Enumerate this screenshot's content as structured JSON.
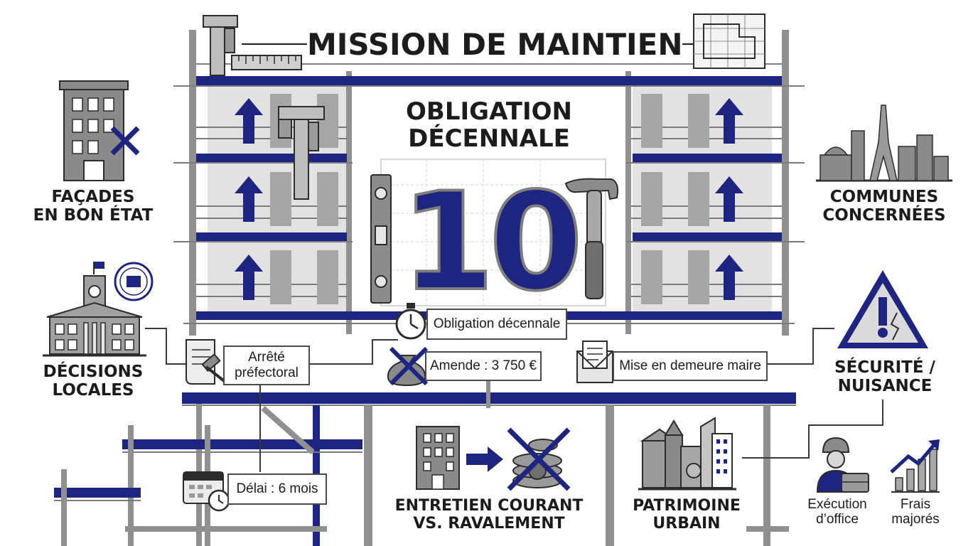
{
  "title": "MISSION DE MAINTIEN",
  "center": {
    "heading_line1": "OBLIGATION",
    "heading_line2": "DÉCENNALE",
    "number": "10"
  },
  "left_labels": {
    "facades_line1": "FAÇADES",
    "facades_line2": "EN BON ÉTAT",
    "decisions_line1": "DÉCISIONS",
    "decisions_line2": "LOCALES"
  },
  "right_labels": {
    "communes_line1": "COMMUNES",
    "communes_line2": "CONCERNÉES",
    "securite_line1": "SÉCURITÉ /",
    "securite_line2": "NUISANCE"
  },
  "callouts": {
    "obligation": "Obligation décennale",
    "arrete_line1": "Arrêté",
    "arrete_line2": "préfectoral",
    "amende": "Amende : 3 750 €",
    "mise_en_demeure": "Mise en demeure maire",
    "delai": "Délai : 6 mois"
  },
  "bottom_labels": {
    "entretien_line1": "ENTRETIEN COURANT",
    "entretien_line2": "VS. RAVALEMENT",
    "patrimoine_line1": "PATRIMOINE",
    "patrimoine_line2": "URBAIN",
    "execution_line1": "Exécution",
    "execution_line2": "d’office",
    "frais_line1": "Frais",
    "frais_line2": "majorés"
  },
  "icons": [
    "caliper-icon",
    "ruler-icon",
    "blueprint-icon",
    "building-cross-icon",
    "town-hall-icon",
    "seal-icon",
    "skyline-icon",
    "warning-icon",
    "stopwatch-icon",
    "scroll-gavel-icon",
    "money-bag-cross-icon",
    "envelope-icon",
    "calendar-clock-icon",
    "building-arrow-coins-icon",
    "heritage-town-icon",
    "worker-briefcase-icon",
    "rising-chart-icon",
    "level-icon",
    "hammer-icon",
    "up-arrow-icon"
  ],
  "colors": {
    "navy": "#1d2580",
    "grey": "#8f8f8f",
    "light": "#dcdcdc",
    "dark": "#2c2c2c"
  }
}
